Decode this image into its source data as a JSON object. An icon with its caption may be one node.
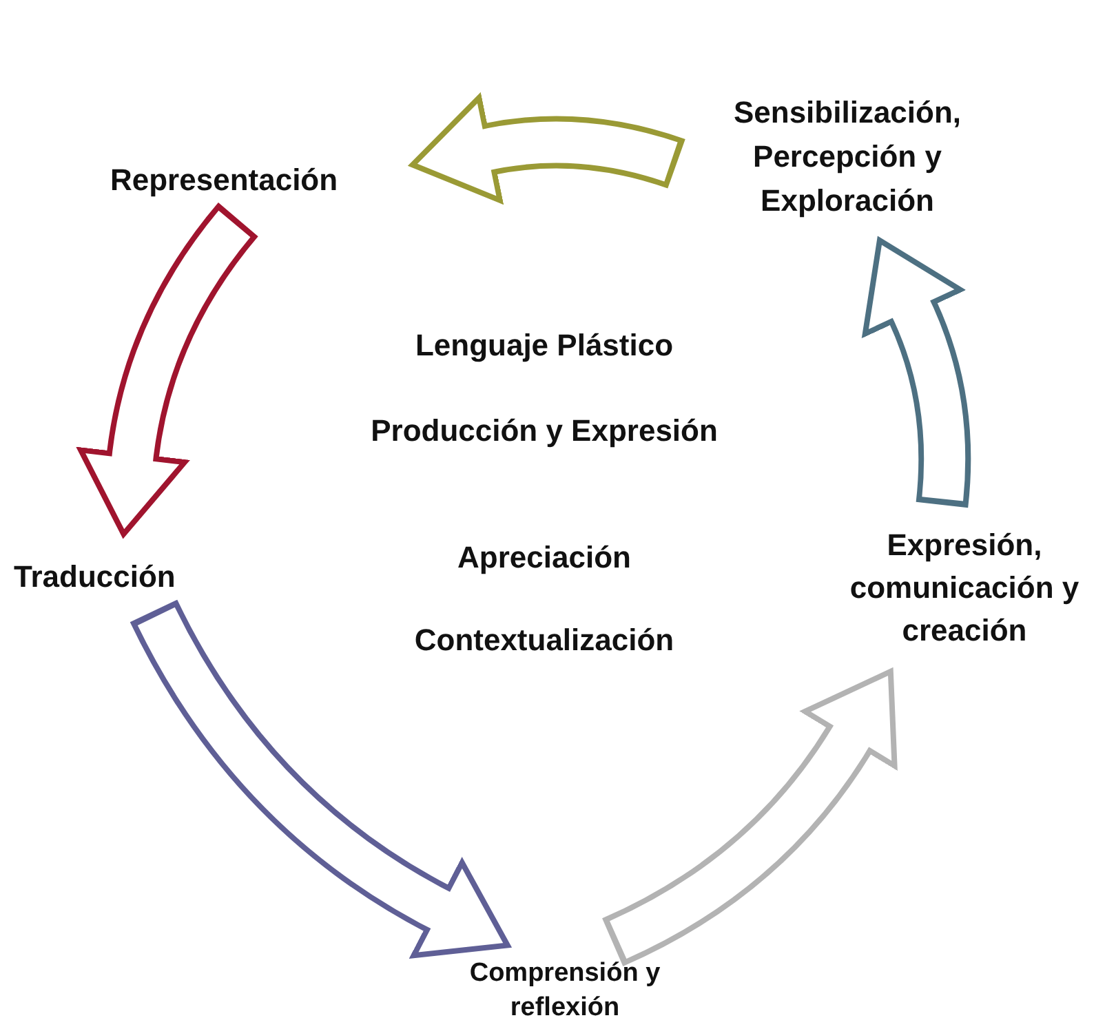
{
  "diagram": {
    "nodes": [
      {
        "text": [
          "Sensibilización, Percepción y Exploración"
        ]
      },
      {
        "text": [
          "Representación"
        ]
      },
      {
        "text": [
          "Traducción"
        ]
      },
      {
        "text": [
          "Expresión, comunicación y creación"
        ]
      },
      {
        "text": [
          "Comprensión y reflexión"
        ]
      }
    ],
    "edges": [
      {
        "from": 0,
        "to": 1,
        "arrow": "to",
        "color": "#9a9a35"
      },
      {
        "from": 1,
        "to": 2,
        "arrow": "to",
        "color": "#a0142e"
      },
      {
        "from": 2,
        "to": 4,
        "arrow": "to",
        "color": "#5f5f96"
      },
      {
        "from": 4,
        "to": 3,
        "arrow": "to",
        "color": "#b3b3b3"
      },
      {
        "from": 3,
        "to": 0,
        "arrow": "to",
        "color": "#4d7082"
      }
    ],
    "labels": [
      "Lenguaje Plástico",
      "Producción y Expresión",
      "Apreciación",
      "Contextualización"
    ]
  }
}
